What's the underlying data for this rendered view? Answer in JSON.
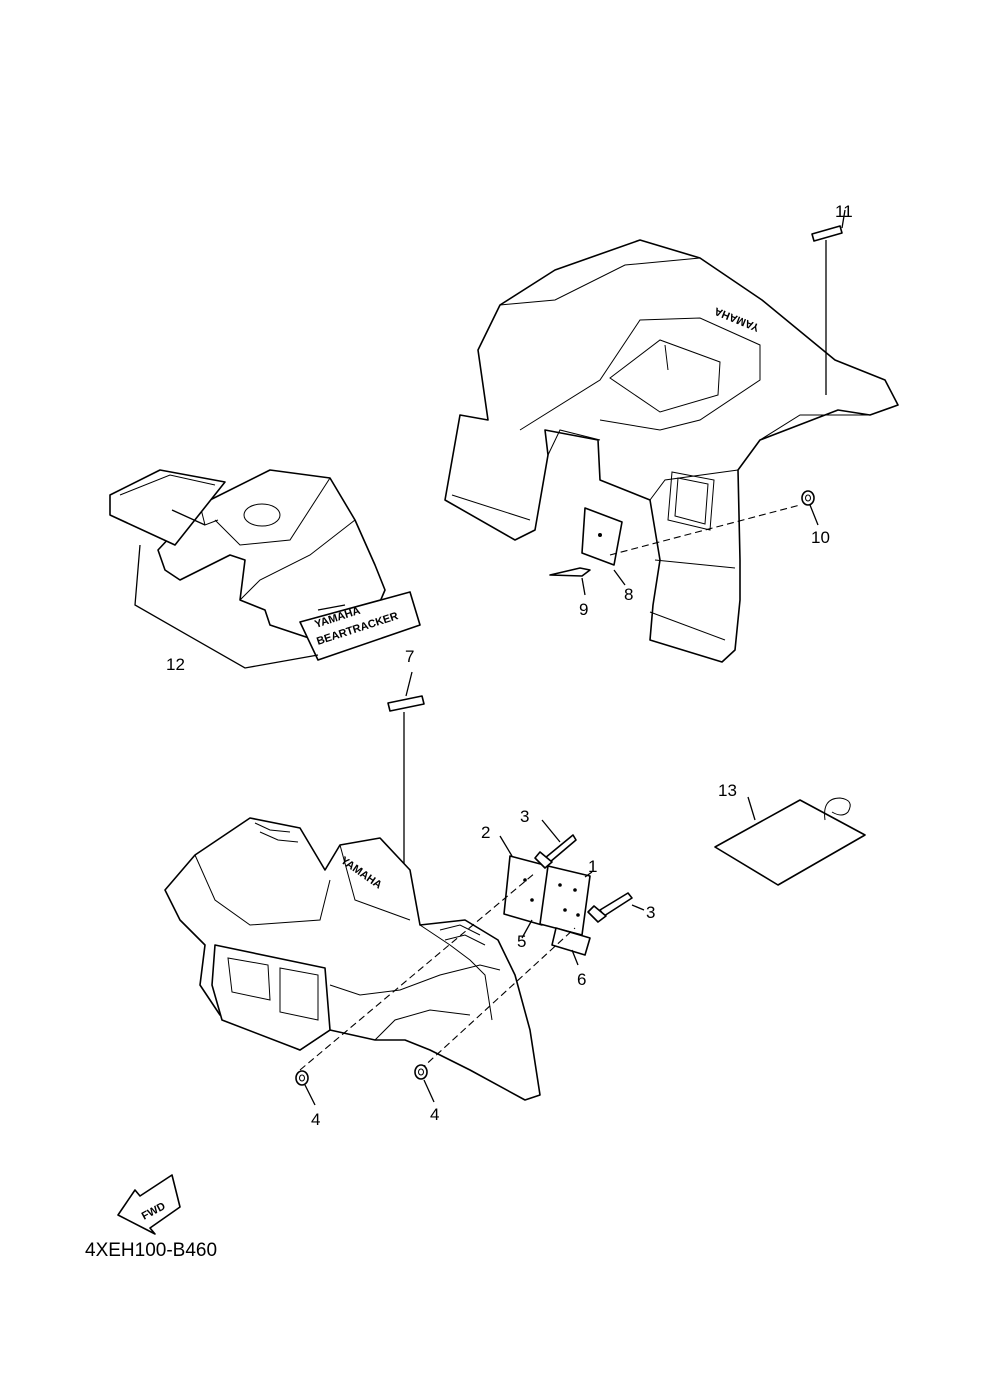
{
  "diagram": {
    "callouts": {
      "c1": "1",
      "c2": "2",
      "c3a": "3",
      "c3b": "3",
      "c4a": "4",
      "c4b": "4",
      "c5": "5",
      "c6": "6",
      "c7": "7",
      "c8": "8",
      "c9": "9",
      "c10": "10",
      "c11": "11",
      "c12": "12",
      "c13": "13"
    },
    "decals": {
      "rear_fender_logo": "YAMAHA",
      "front_fender_logo": "YAMAHA",
      "side_decal_title": "BEARTRACKER",
      "side_decal_brand": "YAMAHA"
    },
    "fwd_label": "FWD",
    "reference_code": "4XEH100-B460"
  }
}
